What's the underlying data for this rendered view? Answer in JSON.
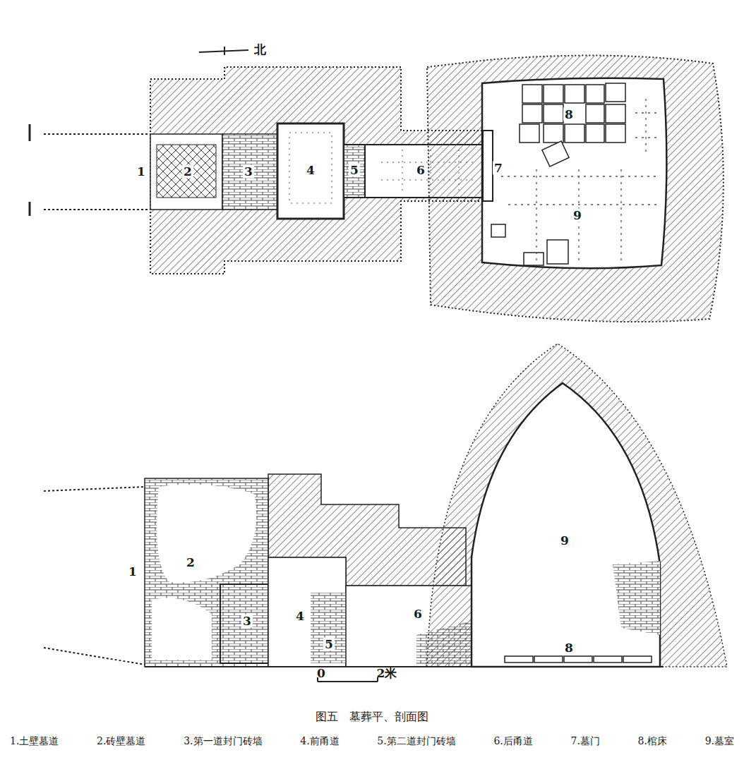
{
  "diagram": {
    "caption": "图五　墓葬平、剖面图",
    "labels": [
      "北",
      "1",
      "2",
      "3",
      "4",
      "5",
      "6",
      "7",
      "8",
      "9",
      "1",
      "2",
      "3",
      "4",
      "5",
      "6",
      "8",
      "9",
      "0",
      "2米",
      "1.土壁墓道",
      "2.砖壁墓道",
      "3.第一道封门砖墙",
      "4.前甬道",
      "5.第二道封门砖墙",
      "6.后甬道",
      "7.墓门",
      "8.棺床",
      "9.墓室"
    ]
  }
}
